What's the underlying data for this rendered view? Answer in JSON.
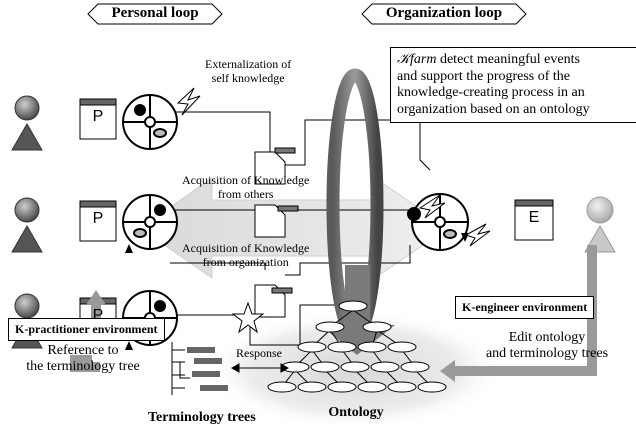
{
  "banners": {
    "personal_loop": "Personal loop",
    "organization_loop": "Organization loop"
  },
  "note": {
    "kfarm": "𝒦farm",
    "line1_rest": " detect meaningful events",
    "line2": "and support the progress of the",
    "line3": "knowledge-creating process in an",
    "line4": "organization based on an ontology"
  },
  "flows": {
    "externalization_1": "Externalization of",
    "externalization_2": "self knowledge",
    "acq_others_1": "Acquisition of Knowledge",
    "acq_others_2": "from others",
    "acq_org_1": "Acquisition of Knowledge",
    "acq_org_2": "from organization"
  },
  "windows": {
    "p1": "P",
    "p2": "P",
    "p3": "P",
    "e": "E"
  },
  "environments": {
    "practitioner": "K-practitioner environment",
    "engineer": "K-engineer environment"
  },
  "labels": {
    "reference_1": "Reference to",
    "reference_2": "the terminology tree",
    "response": "Response",
    "edit_1": "Edit ontology",
    "edit_2": "and terminology trees",
    "terminology_trees": "Terminology trees",
    "ontology": "Ontology"
  }
}
